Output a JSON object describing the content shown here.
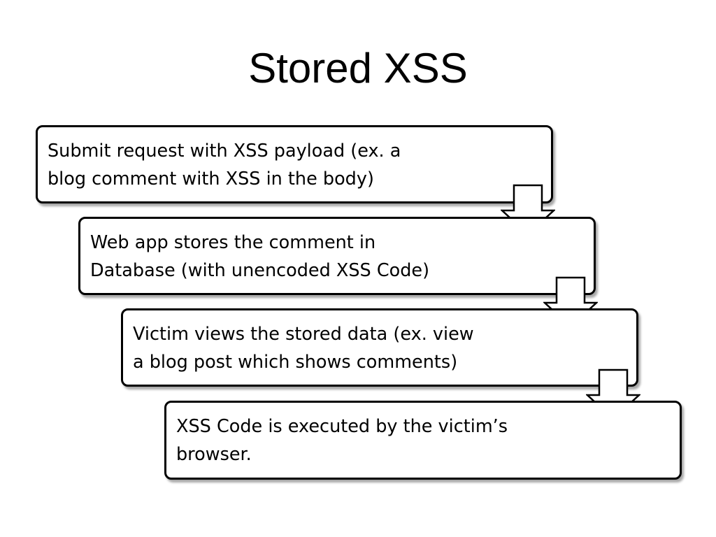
{
  "slide": {
    "title": "Stored XSS"
  },
  "steps": [
    {
      "text": "Submit request with XSS payload (ex. a\nblog comment with XSS in the body)"
    },
    {
      "text": "Web app stores the comment in\nDatabase (with unencoded XSS Code)"
    },
    {
      "text": "Victim views the stored data (ex. view\na blog post which shows comments)"
    },
    {
      "text": "XSS Code is executed by the victim’s\nbrowser."
    }
  ],
  "icons": {
    "arrow": "down-arrow-icon"
  },
  "colors": {
    "border": "#000000",
    "text": "#000000",
    "arrow_fill": "#ffffff",
    "background": "#ffffff"
  }
}
